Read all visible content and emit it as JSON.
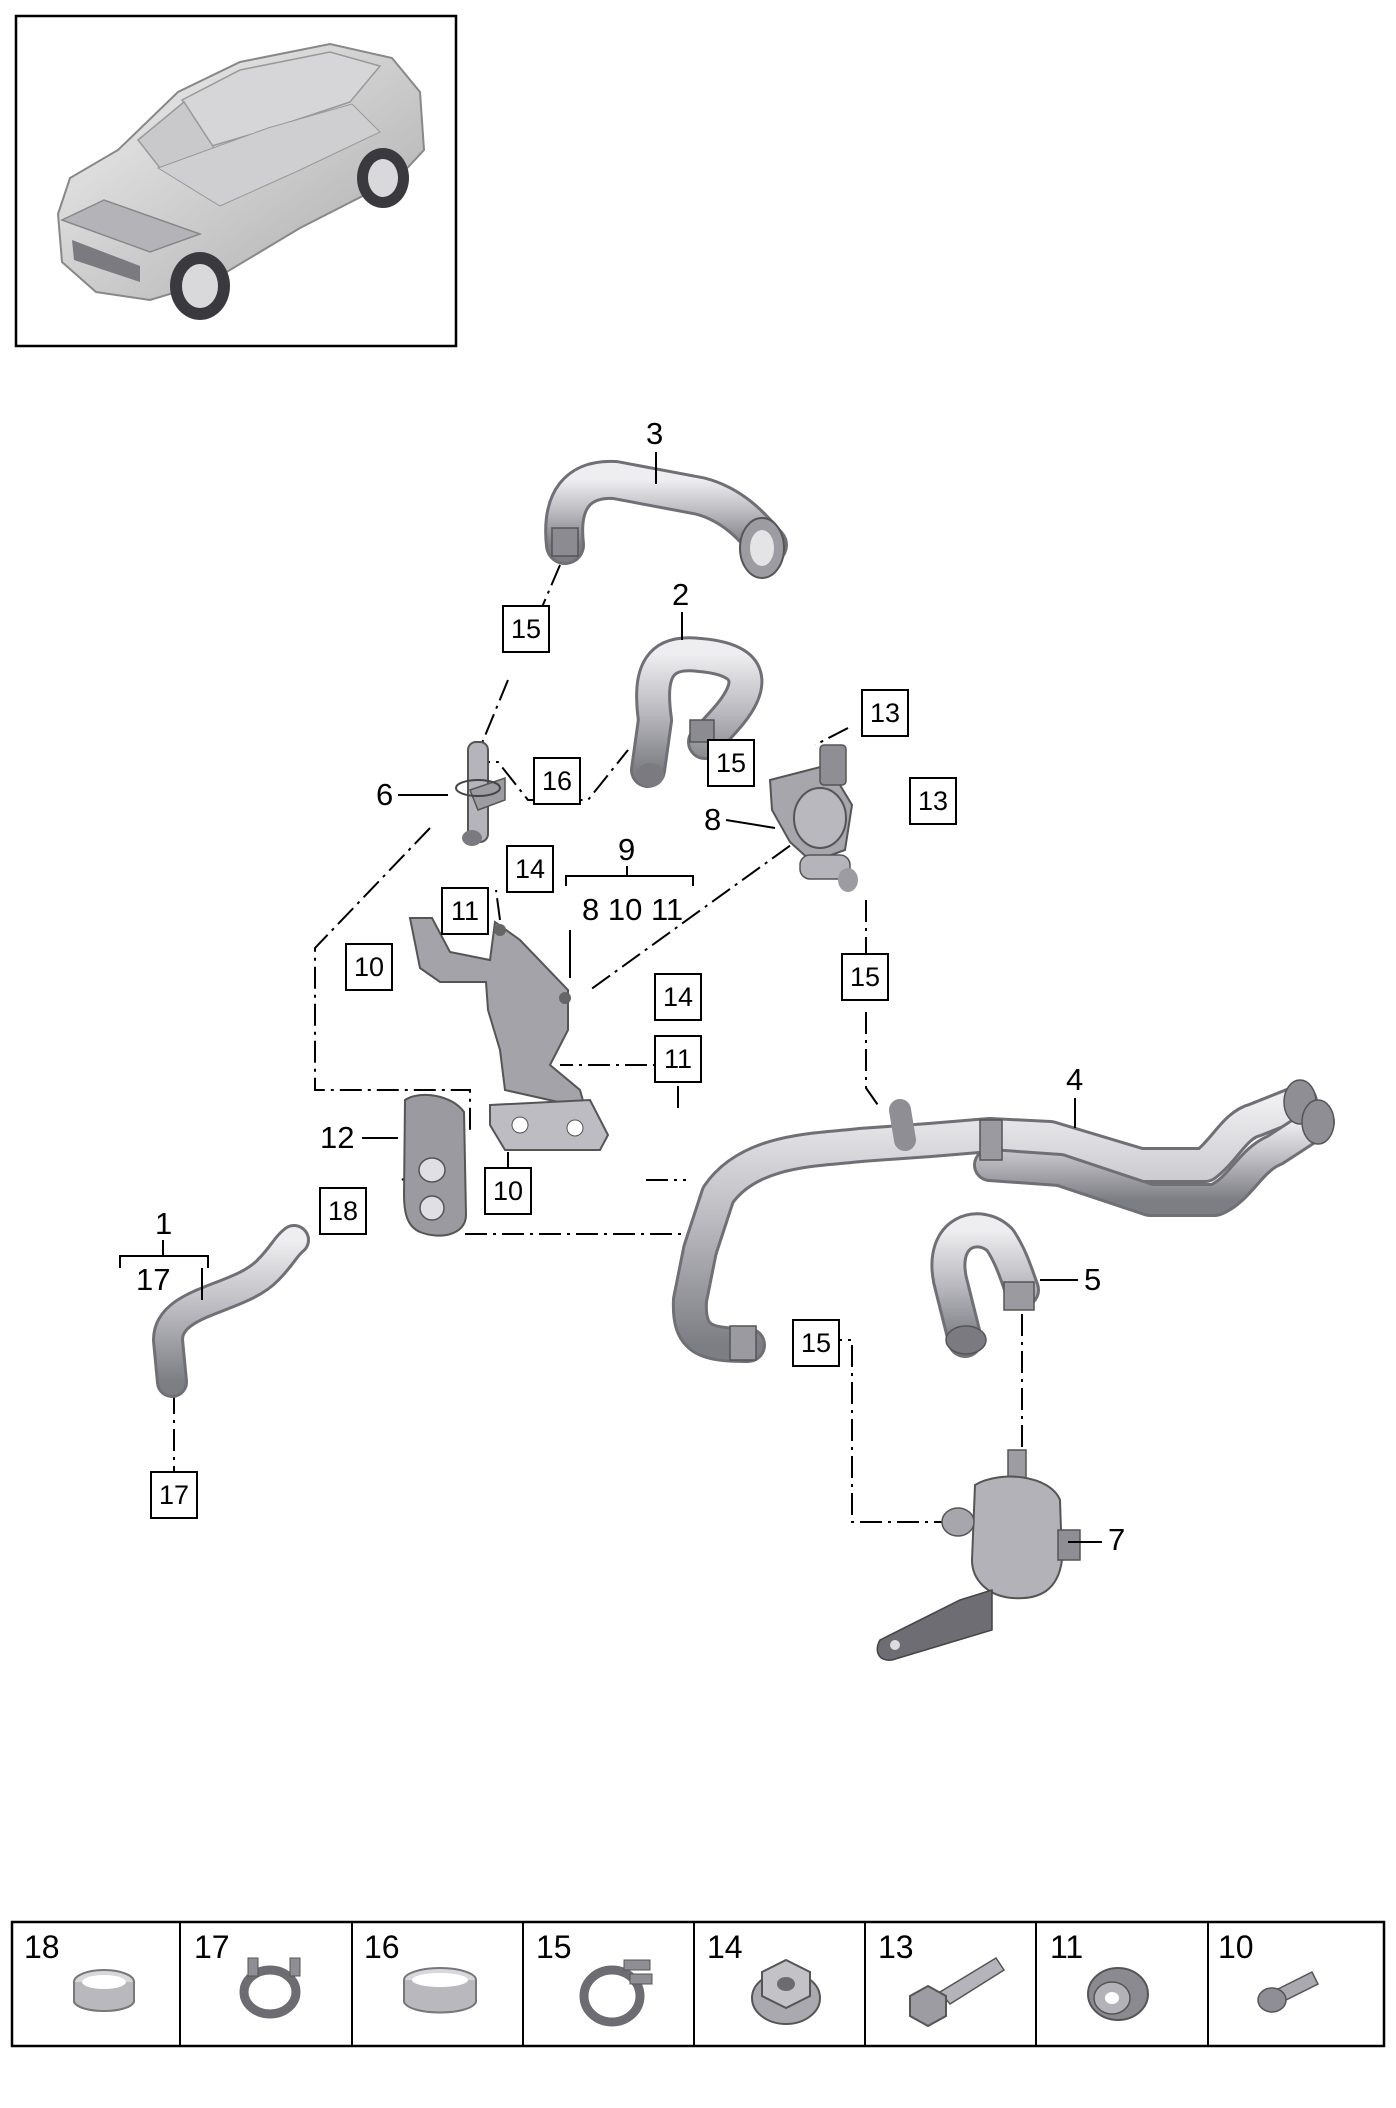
{
  "callouts": {
    "c1": "1",
    "c2": "2",
    "c3": "3",
    "c4": "4",
    "c5": "5",
    "c6": "6",
    "c7": "7",
    "c8": "8",
    "c9": "9",
    "c12": "12",
    "c17_group": "17",
    "c9_group": "8 10 11"
  },
  "boxes": {
    "b15_top": "15",
    "b15_mid": "15",
    "b15_right": "15",
    "b15_low": "15",
    "b16": "16",
    "b13_a": "13",
    "b13_b": "13",
    "b14_a": "14",
    "b14_b": "14",
    "b11_a": "11",
    "b11_b": "11",
    "b10_a": "10",
    "b10_b": "10",
    "b18": "18",
    "b17": "17"
  },
  "legend": [
    {
      "number": "18",
      "icon": "hose-clamp-band-icon"
    },
    {
      "number": "17",
      "icon": "spring-clamp-icon"
    },
    {
      "number": "16",
      "icon": "hose-clamp-band-icon"
    },
    {
      "number": "15",
      "icon": "spring-clamp-icon"
    },
    {
      "number": "14",
      "icon": "flange-nut-icon"
    },
    {
      "number": "13",
      "icon": "hex-bolt-icon"
    },
    {
      "number": "11",
      "icon": "rubber-grommet-icon"
    },
    {
      "number": "10",
      "icon": "screw-icon"
    }
  ],
  "colors": {
    "part_fill": "#c8c8cc",
    "part_shade": "#8e8e94",
    "line": "#000000"
  }
}
